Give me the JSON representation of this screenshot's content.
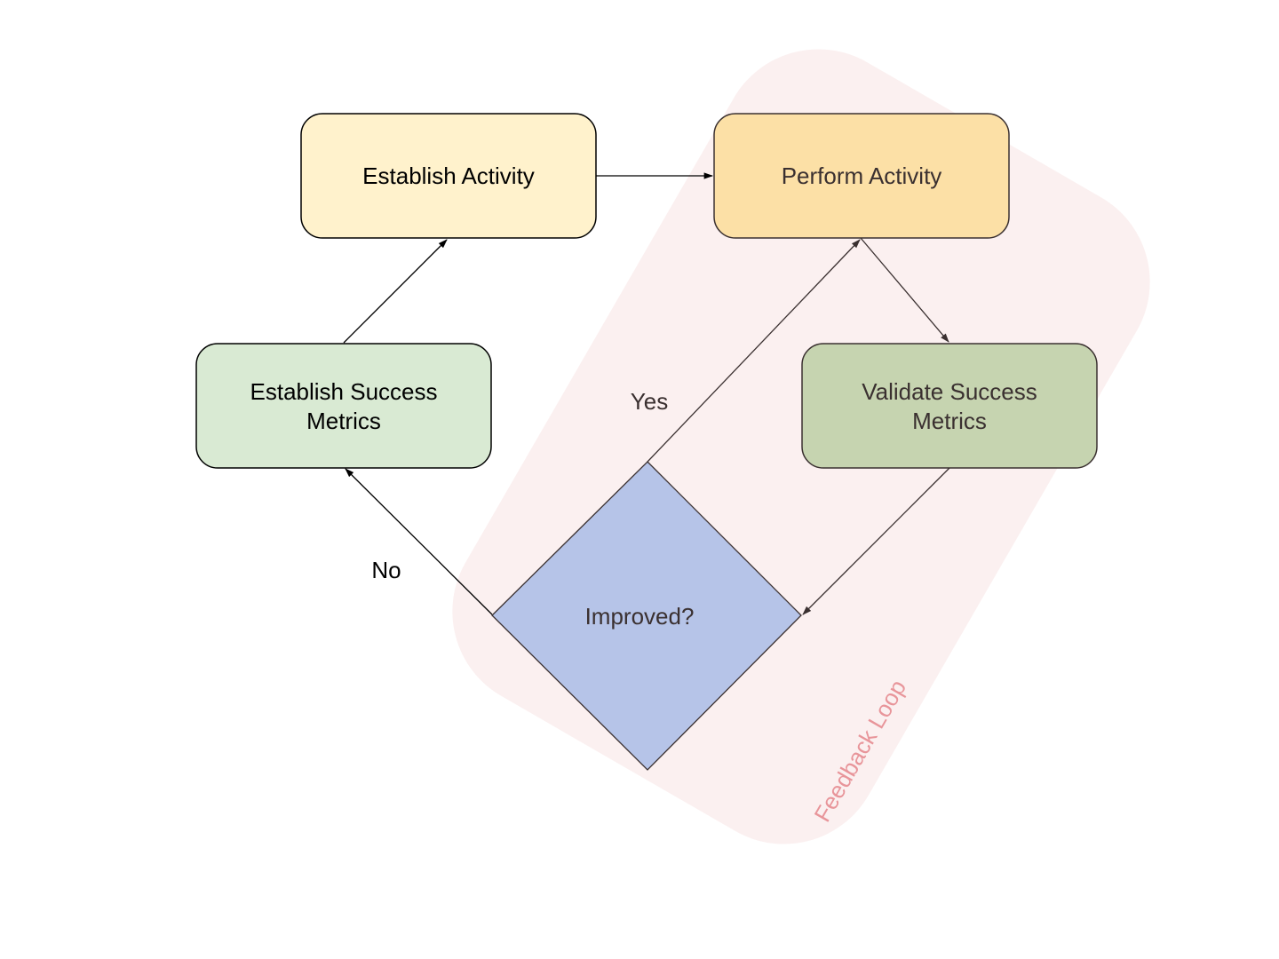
{
  "diagram": {
    "region": {
      "label": "Feedback Loop",
      "fill": "#fbf0f0",
      "text_color": "#e8959a"
    },
    "nodes": [
      {
        "id": "establish-activity",
        "lines": [
          "Establish Activity"
        ],
        "fill": "#fff2cc",
        "stroke": "#000000",
        "text_color": "#000000",
        "shape": "rounded-rect"
      },
      {
        "id": "perform-activity",
        "lines": [
          "Perform Activity"
        ],
        "fill": "#fce0a6",
        "stroke": "#3a3030",
        "text_color": "#3a3030",
        "shape": "rounded-rect"
      },
      {
        "id": "validate-success-metrics",
        "lines": [
          "Validate Success",
          "Metrics"
        ],
        "fill": "#c6d4b0",
        "stroke": "#3a3030",
        "text_color": "#3a3030",
        "shape": "rounded-rect"
      },
      {
        "id": "establish-success-metrics",
        "lines": [
          "Establish Success",
          "Metrics"
        ],
        "fill": "#d9ead3",
        "stroke": "#000000",
        "text_color": "#000000",
        "shape": "rounded-rect"
      },
      {
        "id": "improved-decision",
        "lines": [
          "Improved?"
        ],
        "fill": "#b6c4e8",
        "stroke": "#3a3030",
        "text_color": "#3a3030",
        "shape": "diamond"
      }
    ],
    "edges": [
      {
        "from": "establish-activity",
        "to": "perform-activity"
      },
      {
        "from": "perform-activity",
        "to": "validate-success-metrics"
      },
      {
        "from": "validate-success-metrics",
        "to": "improved-decision"
      },
      {
        "from": "improved-decision",
        "to": "perform-activity",
        "label": "Yes"
      },
      {
        "from": "improved-decision",
        "to": "establish-success-metrics",
        "label": "No"
      },
      {
        "from": "establish-success-metrics",
        "to": "establish-activity"
      }
    ]
  }
}
